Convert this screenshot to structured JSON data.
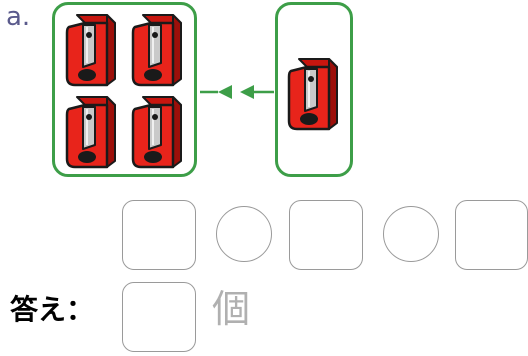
{
  "problem": {
    "label": "a."
  },
  "groups": {
    "left": {
      "count": 4,
      "item_icon": "pencil-sharpener-icon"
    },
    "right": {
      "count": 1,
      "item_icon": "pencil-sharpener-icon"
    }
  },
  "arrows": {
    "icon": "arrow-left-icon",
    "count": 2
  },
  "equation": {
    "boxes": [
      "",
      "",
      ""
    ],
    "operators": [
      "",
      ""
    ]
  },
  "answer": {
    "label": "答え：",
    "value": "",
    "unit": "個"
  },
  "colors": {
    "group_border": "#3d9e48",
    "arrow": "#3d9e48",
    "sharpener_body": "#e8241b",
    "blade": "#b8b8b8",
    "outline": "#1a1a1a",
    "box_border": "#9a9a9a",
    "unit_text": "#b0b0b0",
    "label_text": "#5a5a8c"
  }
}
